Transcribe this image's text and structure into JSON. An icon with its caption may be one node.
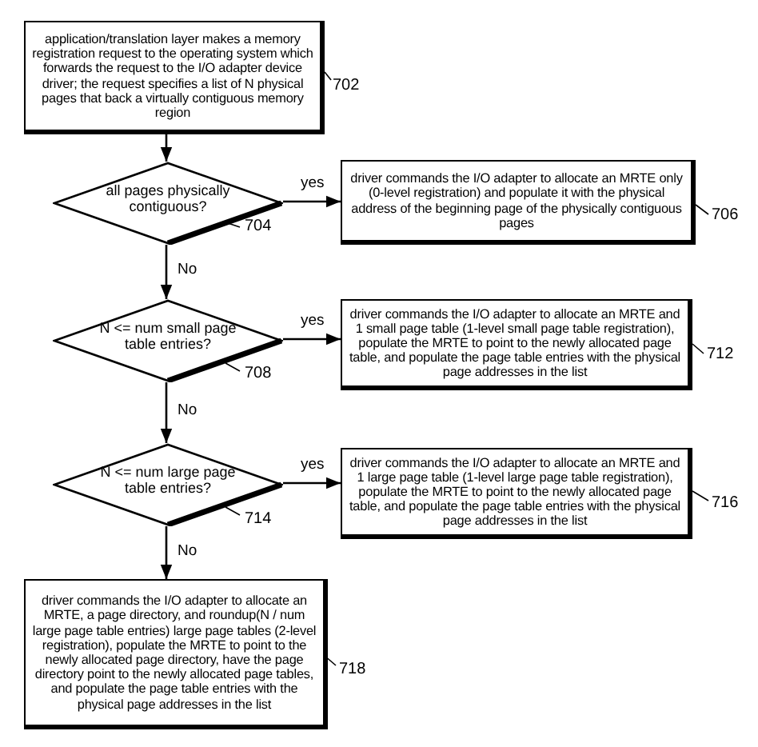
{
  "diagram": {
    "nodes": [
      {
        "text": [
          "application/translation layer makes a memory registration request to the operating system which forwards the request to the I/O adapter device driver; the request specifies a list of N physical pages that back a virtually contiguous memory region"
        ],
        "beside": [
          "702"
        ]
      },
      {
        "text": [
          "all pages physically contiguous?"
        ],
        "beside": [
          "704"
        ]
      },
      {
        "text": [
          "driver commands the I/O adapter to allocate an MRTE only (0-level registration) and populate it with the physical address of the beginning page of the physically contiguous pages"
        ],
        "beside": [
          "706"
        ]
      },
      {
        "text": [
          "N <= num small page table entries?"
        ],
        "beside": [
          "708"
        ]
      },
      {
        "text": [
          "driver commands the I/O adapter to allocate an MRTE and 1 small page table (1-level small page table registration), populate the MRTE to point to the newly allocated page table, and populate the page table entries with the physical page addresses in the list"
        ],
        "beside": [
          "712"
        ]
      },
      {
        "text": [
          "N <= num large page table entries?"
        ],
        "beside": [
          "714"
        ]
      },
      {
        "text": [
          "driver commands the I/O adapter to allocate an MRTE and 1 large page table (1-level large page table registration), populate the MRTE to point to the newly allocated page table, and populate the page table entries with the physical page addresses in the list"
        ],
        "beside": [
          "716"
        ]
      },
      {
        "text": [
          "driver commands the I/O adapter to allocate an MRTE, a page directory, and roundup(N / num large page table entries) large page tables (2-level registration), populate the MRTE to point to the newly allocated page directory, have the page directory point to the newly allocated page tables, and populate the page table entries with the physical page addresses in the list"
        ],
        "beside": [
          "718"
        ]
      }
    ],
    "edges": [
      {
        "from": 0,
        "to": 1,
        "arrow": "to"
      },
      {
        "from": 1,
        "to": 2,
        "arrow": "to",
        "label": "yes"
      },
      {
        "from": 1,
        "to": 3,
        "arrow": "to",
        "label": "No"
      },
      {
        "from": 3,
        "to": 4,
        "arrow": "to",
        "label": "yes"
      },
      {
        "from": 3,
        "to": 5,
        "arrow": "to",
        "label": "No"
      },
      {
        "from": 5,
        "to": 6,
        "arrow": "to",
        "label": "yes"
      },
      {
        "from": 5,
        "to": 7,
        "arrow": "to",
        "label": "No"
      }
    ]
  }
}
